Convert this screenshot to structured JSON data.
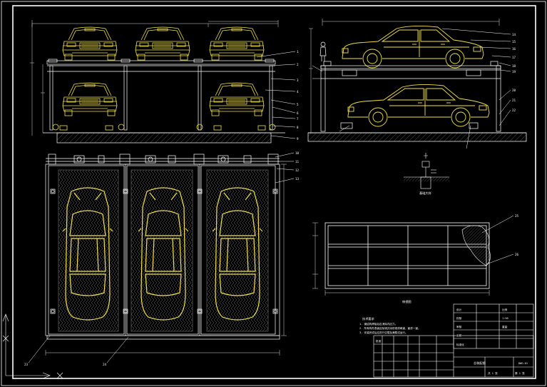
{
  "drawing": {
    "colors": {
      "background": "#000000",
      "linework": "#ffffff",
      "vehicle": "#f2e24a",
      "hatch": "#8a8a8a",
      "dim_line": "#d8d8d8",
      "leader": "#ffffff"
    },
    "leader_numbers_front": [
      "1",
      "2",
      "3",
      "4",
      "5",
      "6",
      "7",
      "8",
      "9"
    ],
    "leader_numbers_plan": [
      "10",
      "11",
      "12",
      "13"
    ],
    "leader_numbers_side": [
      "14",
      "15",
      "16",
      "17",
      "18",
      "19",
      "20",
      "21",
      "22"
    ],
    "leader_numbers_left": [
      "23",
      "24"
    ],
    "leader_numbers_grid": [
      "25",
      "26"
    ],
    "detail_caption": "基础大样",
    "grid_caption": "俯视图",
    "technical_notes": {
      "heading": "技术要求",
      "lines": [
        "1. 钢结构焊接后应消除内应力。",
        "2. 所有构件表面应除锈并涂防锈漆两道，面漆一道。",
        "3. 安装完成后应进行空载及满载试运行。"
      ]
    },
    "title_block": {
      "drawing_title": "总装配图",
      "drawing_no": "DWG-01",
      "cells_left": [
        "设计",
        "校核",
        "审核",
        "工艺",
        "标准化",
        "批准"
      ],
      "cells_right": [
        "比例",
        "1:50",
        "重量",
        "",
        "共 1 张",
        "第 1 张"
      ]
    }
  }
}
